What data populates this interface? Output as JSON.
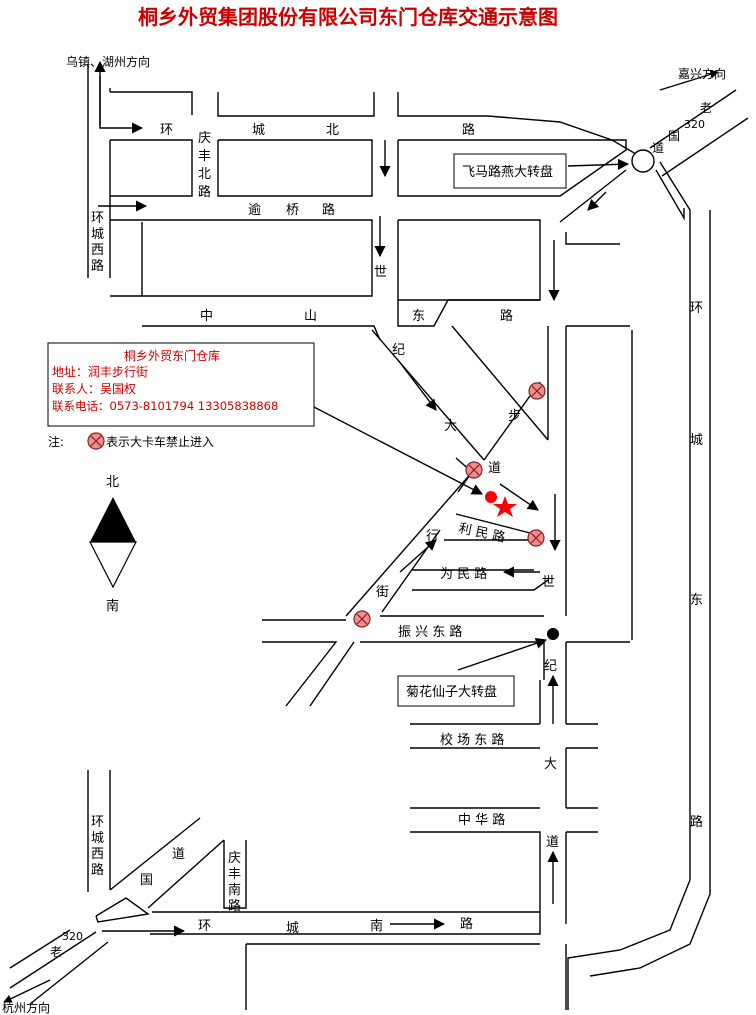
{
  "title": "桐乡外贸集团股份有限公司东门仓库交通示意图",
  "colors": {
    "title": "#cc0000",
    "info_text": "#cc0000",
    "marker_fill": "#ee8e8e",
    "star": "#ff0000",
    "ink": "#000000"
  },
  "directions": {
    "nw": "乌镇、湖州方向",
    "ne": "嘉兴方向",
    "sw": "杭州方向"
  },
  "roads": {
    "huancheng_bei": [
      "环",
      "城",
      "北",
      "路"
    ],
    "qingfeng_bei": [
      "庆",
      "丰",
      "北",
      "路"
    ],
    "huancheng_xi_n": [
      "环",
      "城",
      "西",
      "路"
    ],
    "yuqiao": [
      "逾",
      "桥",
      "路"
    ],
    "shiji_n": "世",
    "zhongshan": [
      "中",
      "山",
      "东",
      "路"
    ],
    "jibu": [
      "纪",
      "大",
      "步",
      "道"
    ],
    "huancheng_dong": [
      "环",
      "城",
      "东",
      "路"
    ],
    "limin": "利 民 路",
    "xingjie": [
      "行",
      "街"
    ],
    "weimin": "为 民 路",
    "shiji_m": "世",
    "zhenxing": "振 兴 东 路",
    "ji_s": "纪",
    "jiaochang": "校 场 东 路",
    "da": "大",
    "zhonghua": "中 华 路",
    "dao": "道",
    "huancheng_xi_s": [
      "环",
      "城",
      "西",
      "路"
    ],
    "guodao_sw": [
      "道",
      "国"
    ],
    "qingfeng_nan": [
      "庆",
      "丰",
      "南",
      "路"
    ],
    "huancheng_nan": [
      "环",
      "城",
      "南",
      "路"
    ],
    "old320_ne": [
      "老",
      "320",
      "国",
      "道"
    ],
    "old320_sw": [
      "320",
      "老"
    ]
  },
  "roundabouts": {
    "feima": "飞马路燕大转盘",
    "juhua": "菊花仙子大转盘"
  },
  "info": {
    "name": "桐乡外贸东门仓库",
    "address": "地址：润丰步行街",
    "contact": "联系人：吴国权",
    "phone": "联系电话：0573-8101794   13305838868"
  },
  "legend": {
    "prefix": "注:",
    "text": "表示大卡车禁止进入"
  },
  "compass": {
    "north": "北",
    "south": "南"
  }
}
